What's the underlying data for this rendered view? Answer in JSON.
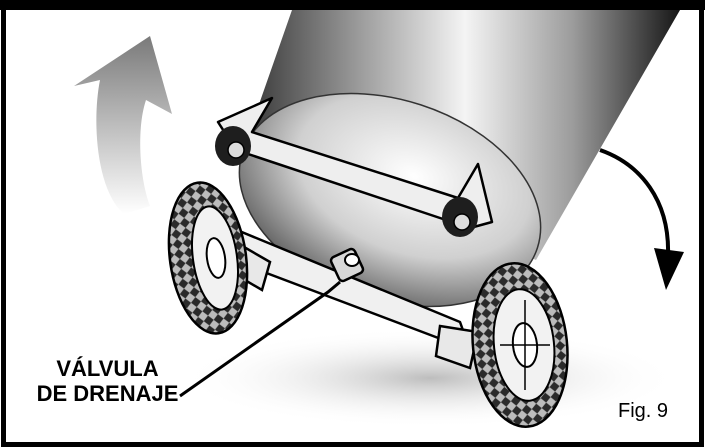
{
  "callout": {
    "line1": "VÁLVULA",
    "line2": "DE DRENAJE"
  },
  "figure_label": "Fig. 9",
  "colors": {
    "ink": "#000000",
    "frame": "#000000",
    "arrow_gray": "#8c8c8c",
    "tank_dark": "#1a1a1a",
    "tank_light": "#f2f2f2"
  }
}
